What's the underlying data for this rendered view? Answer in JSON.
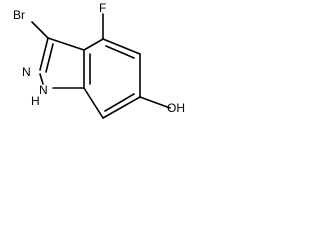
{
  "molecule": {
    "labels": {
      "fluorine": "F",
      "bromine": "Br",
      "n_pyrazole": "N",
      "nh_pyrazole": "N",
      "nh_hydrogen": "H",
      "hydroxyl": "OH"
    }
  }
}
